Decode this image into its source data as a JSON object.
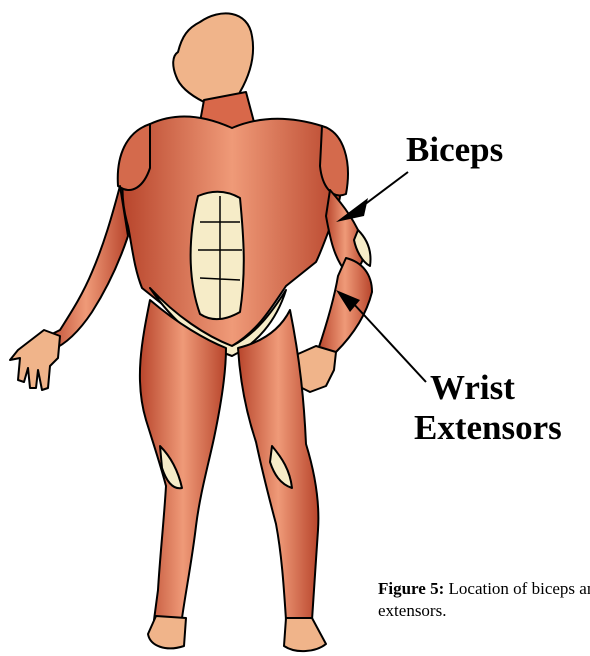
{
  "labels": {
    "biceps": "Biceps",
    "wrist_line1": "Wrist",
    "wrist_line2": "Extensors"
  },
  "caption": {
    "prefix": "Figure 5:",
    "text_line1": " Location of biceps and wrist",
    "text_line2": "extensors."
  },
  "colors": {
    "muscle": "#e88a6a",
    "muscle_shadow": "#7a1e10",
    "tendon": "#f6ecc8",
    "skin": "#f0b48a",
    "outline": "#000000"
  }
}
